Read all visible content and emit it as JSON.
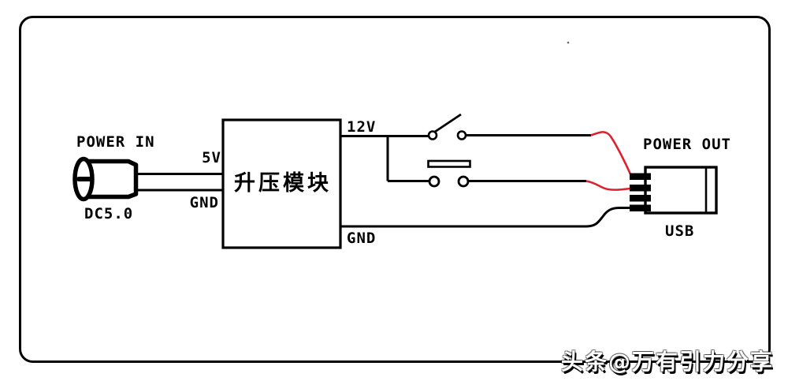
{
  "colors": {
    "line": "#000000",
    "positive_wire": "#dd2130",
    "background": "#ffffff"
  },
  "labels": {
    "power_in": "POWER IN",
    "dc_plug": "DC5.0",
    "input_5v": "5V",
    "input_gnd": "GND",
    "module": "升压模块",
    "output_12v": "12V",
    "output_gnd": "GND",
    "power_out": "POWER OUT",
    "usb": "USB"
  },
  "watermark": {
    "text": "头条@万有引力分享"
  }
}
